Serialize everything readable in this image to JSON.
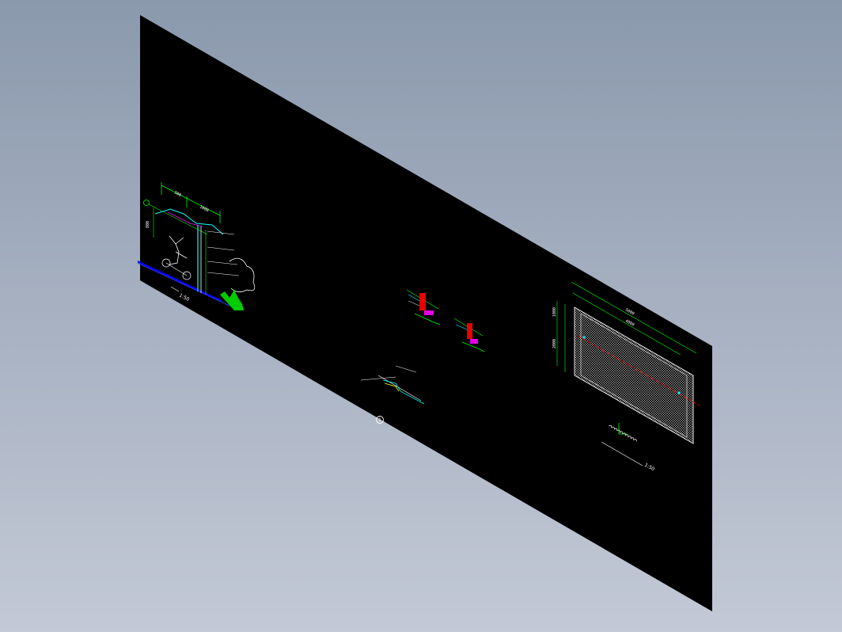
{
  "viewport": {
    "background_top": "#8b99ad",
    "background_bottom": "#c3c9d6",
    "sheet_color": "#000000"
  },
  "colors": {
    "green": "#00ff00",
    "white": "#ffffff",
    "red": "#ff0000",
    "magenta": "#ff00ff",
    "cyan": "#00ffff",
    "blue": "#0000ff",
    "yellow": "#ffff00"
  },
  "drawing": {
    "elevation_view": {
      "dim_top_1": "500",
      "dim_top_2": "1000",
      "dim_side": "800",
      "title_tag": "1:50"
    },
    "fence_panel": {
      "dim_width": "5000",
      "dim_inner": "4800",
      "dim_height_top": "1000",
      "dim_height_bottom": "2000",
      "title_tag": "1:50"
    },
    "section_tag": "1",
    "scale_tag": "1:50"
  }
}
